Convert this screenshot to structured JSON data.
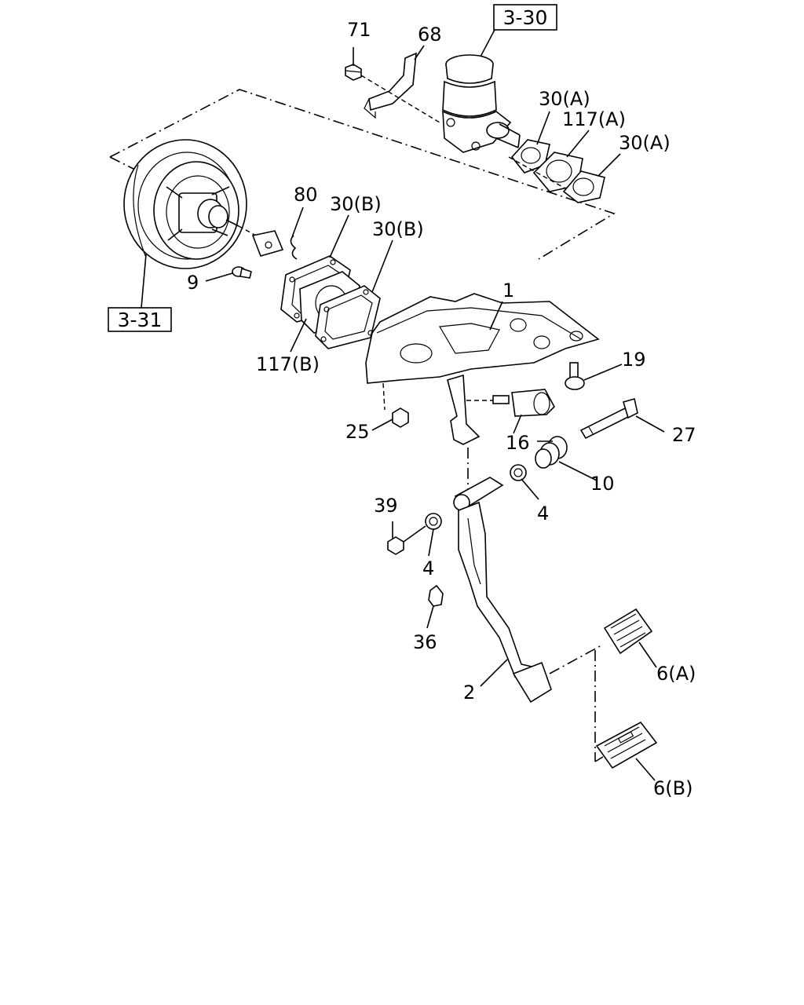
{
  "references": [
    {
      "id": "ref-3-30",
      "text": "3-30"
    },
    {
      "id": "ref-3-31",
      "text": "3-31"
    }
  ],
  "callouts": [
    {
      "id": "71",
      "text": "71"
    },
    {
      "id": "68",
      "text": "68"
    },
    {
      "id": "30a-1",
      "text": "30(A)"
    },
    {
      "id": "117a",
      "text": "117(A)"
    },
    {
      "id": "30a-2",
      "text": "30(A)"
    },
    {
      "id": "80",
      "text": "80"
    },
    {
      "id": "30b-1",
      "text": "30(B)"
    },
    {
      "id": "30b-2",
      "text": "30(B)"
    },
    {
      "id": "9",
      "text": "9"
    },
    {
      "id": "1",
      "text": "1"
    },
    {
      "id": "117b",
      "text": "117(B)"
    },
    {
      "id": "19",
      "text": "19"
    },
    {
      "id": "25",
      "text": "25"
    },
    {
      "id": "16",
      "text": "16"
    },
    {
      "id": "27",
      "text": "27"
    },
    {
      "id": "10",
      "text": "10"
    },
    {
      "id": "4a",
      "text": "4"
    },
    {
      "id": "39",
      "text": "39"
    },
    {
      "id": "4b",
      "text": "4"
    },
    {
      "id": "36",
      "text": "36"
    },
    {
      "id": "6a",
      "text": "6(A)"
    },
    {
      "id": "2",
      "text": "2"
    },
    {
      "id": "6b",
      "text": "6(B)"
    }
  ]
}
